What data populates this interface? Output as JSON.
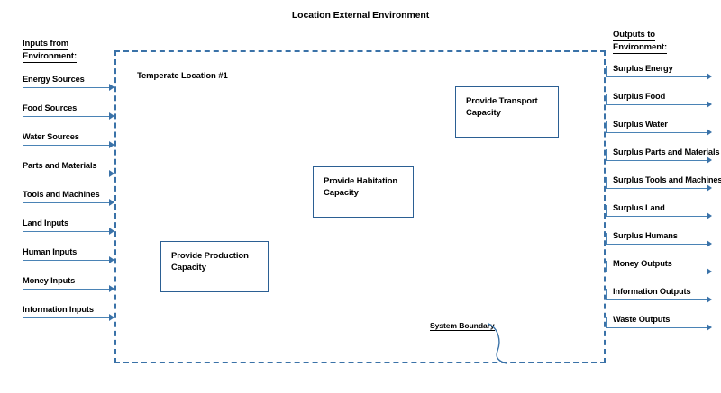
{
  "diagram": {
    "title": "Location External Environment",
    "location_label": "Temperate Location #1",
    "system_boundary_label": "System Boundary",
    "colors": {
      "boundary": "#3a72a8",
      "arrow": "#4a83b5",
      "box_border": "#2b5f93",
      "text": "#000000",
      "background": "#ffffff"
    }
  },
  "inputs": {
    "heading_line1": "Inputs from",
    "heading_line2": "Environment:",
    "items": [
      {
        "label": "Energy Sources"
      },
      {
        "label": "Food Sources"
      },
      {
        "label": "Water Sources"
      },
      {
        "label": "Parts and Materials"
      },
      {
        "label": "Tools and Machines"
      },
      {
        "label": "Land Inputs"
      },
      {
        "label": "Human Inputs"
      },
      {
        "label": "Money Inputs"
      },
      {
        "label": "Information Inputs"
      }
    ]
  },
  "outputs": {
    "heading_line1": "Outputs to",
    "heading_line2": "Environment:",
    "items": [
      {
        "label": "Surplus Energy"
      },
      {
        "label": "Surplus Food"
      },
      {
        "label": "Surplus Water"
      },
      {
        "label": "Surplus Parts and Materials"
      },
      {
        "label": "Surplus Tools and Machines"
      },
      {
        "label": "Surplus Land"
      },
      {
        "label": "Surplus Humans"
      },
      {
        "label": "Money Outputs"
      },
      {
        "label": "Information Outputs"
      },
      {
        "label": "Waste Outputs"
      }
    ]
  },
  "capabilities": [
    {
      "id": "transport",
      "line1": "Provide Transport",
      "line2": "Capacity"
    },
    {
      "id": "habitation",
      "line1": "Provide Habitation",
      "line2": "Capacity"
    },
    {
      "id": "production",
      "line1": "Provide Production",
      "line2": "Capacity"
    }
  ]
}
